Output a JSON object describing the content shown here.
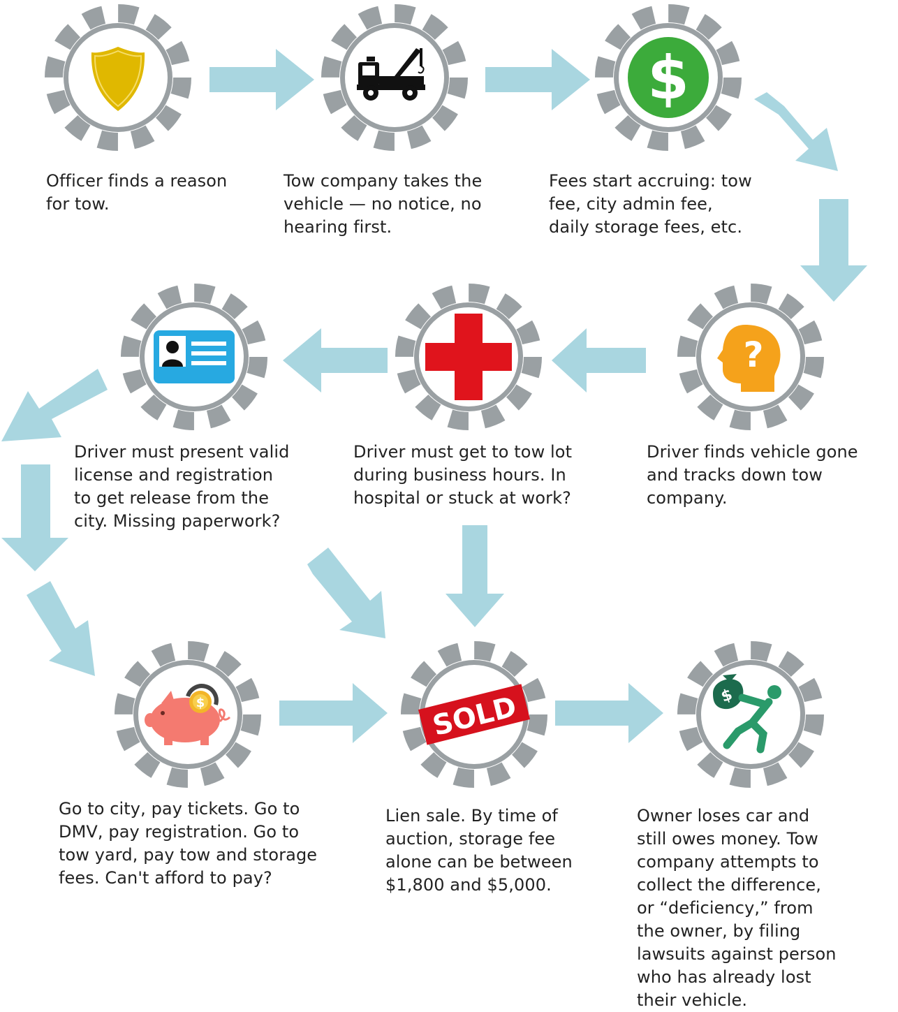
{
  "colors": {
    "gear": "#9aa0a3",
    "arrow": "#a9d6e0",
    "shield": "#e0b800",
    "money": "#3cab3b",
    "question": "#f5a21b",
    "cross": "#e0141c",
    "card": "#27a9e1",
    "piggy": "#f47a70",
    "sold": "#d6111d",
    "owner": "#2a9a6a"
  },
  "steps": [
    {
      "icon": "shield-icon",
      "text": "Officer finds a reason\nfor tow."
    },
    {
      "icon": "tow-truck-icon",
      "text": "Tow company takes the\nvehicle — no notice, no\nhearing first."
    },
    {
      "icon": "dollar-icon",
      "text": "Fees start accruing: tow\nfee, city admin fee,\ndaily storage fees, etc."
    },
    {
      "icon": "question-head-icon",
      "text": "Driver finds vehicle gone\nand tracks down tow\ncompany."
    },
    {
      "icon": "red-cross-icon",
      "text": "Driver must get to tow lot\nduring business hours. In\nhospital or stuck at work?"
    },
    {
      "icon": "id-card-icon",
      "text": "Driver must present valid\nlicense and registration\nto get release from the\ncity. Missing paperwork?"
    },
    {
      "icon": "piggy-bank-icon",
      "text": "Go to city, pay tickets. Go to\nDMV, pay registration. Go to\ntow yard, pay tow and storage\nfees. Can't afford to pay?"
    },
    {
      "icon": "sold-sign-icon",
      "sign": "SOLD",
      "text": "Lien sale. By time of\nauction, storage fee\nalone can be between\n$1,800 and $5,000."
    },
    {
      "icon": "debt-bag-person-icon",
      "bag": "$",
      "text": "Owner loses car and\nstill owes money. Tow\ncompany attempts to\ncollect the difference,\nor “deficiency,” from\nthe owner, by filing\nlawsuits against person\nwho has already lost\ntheir vehicle."
    }
  ]
}
